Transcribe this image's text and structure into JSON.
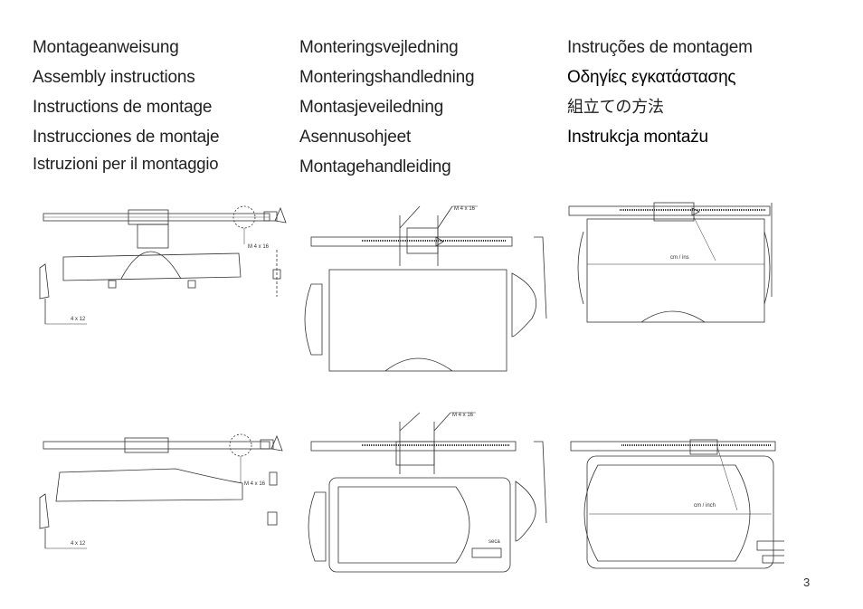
{
  "titles": {
    "col1": [
      "Montageanweisung",
      "Assembly instructions",
      "Instructions de montage",
      "Instrucciones de montaje",
      "Istruzioni per il montaggio"
    ],
    "col2": [
      "Monteringsvejledning",
      "Monteringshandledning",
      "Montasjeveiledning",
      "Asennusohjeet",
      "Montagehandleiding"
    ],
    "col3": [
      "Instruções de montagem",
      "Οδηγίες εγκατάστασης",
      "組立ての方法",
      "Instrukcja montażu"
    ]
  },
  "figures": {
    "fig1": {
      "screw_label": "M 4 x 16",
      "bracket_screw_label": "4 x 12"
    },
    "fig2": {
      "screw_label": "M 4 x 16"
    },
    "fig3": {
      "unit_label": "cm / ins"
    },
    "fig4": {
      "screw_label": "M 4 x 16",
      "bracket_screw_label": "4 x 12"
    },
    "fig5": {
      "screw_label": "M 4 x 16",
      "brand_label": "seca"
    },
    "fig6": {
      "unit_label": "cm / inch"
    }
  },
  "page_number": "3"
}
